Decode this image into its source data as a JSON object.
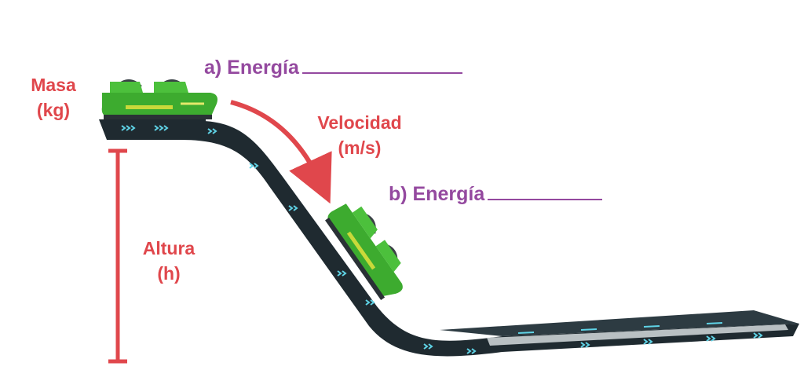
{
  "labels": {
    "mass": {
      "line1": "Masa",
      "line2": "(kg)"
    },
    "velocity": {
      "line1": "Velocidad",
      "line2": "(m/s)"
    },
    "height": {
      "line1": "Altura",
      "line2": "(h)"
    },
    "energy_a": "a) Energía",
    "energy_b": "b) Energía"
  },
  "colors": {
    "label_red": "#e0474c",
    "label_purple": "#94499f",
    "track": "#1f2a30",
    "cart_green": "#3dab2f",
    "chevron_cyan": "#5fd3e6"
  },
  "icons": [
    "coaster-cart-icon",
    "down-arrow-icon",
    "height-bracket-icon"
  ]
}
